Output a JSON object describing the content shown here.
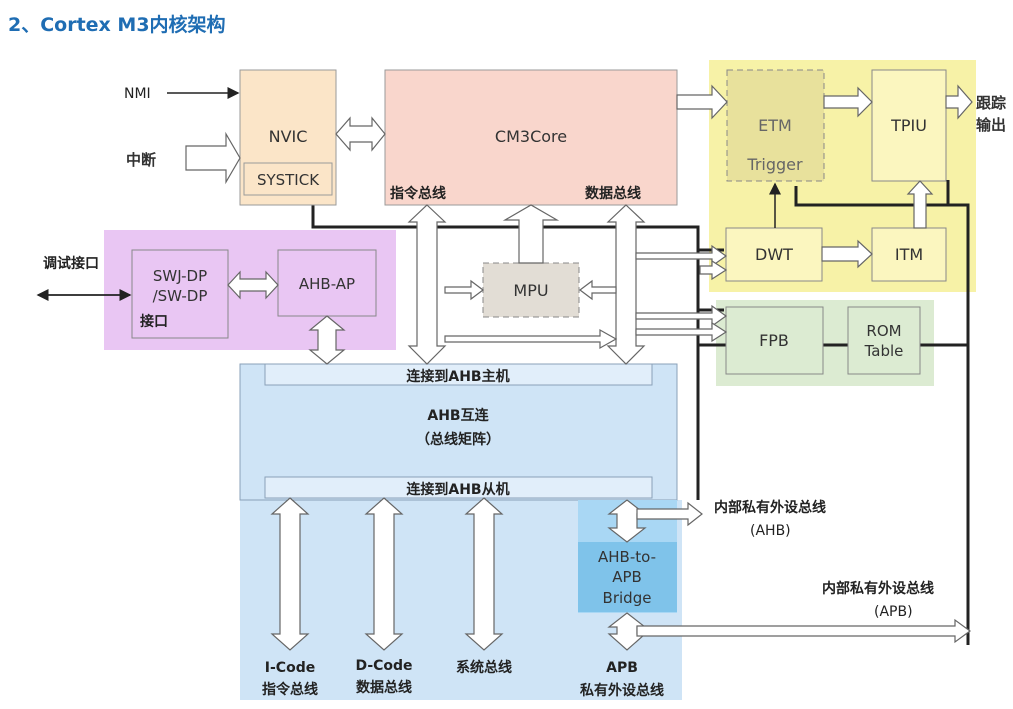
{
  "heading": "2、Cortex M3内核架构",
  "colors": {
    "heading": "#1f6db3",
    "core": "#f9d6cc",
    "nvic": "#fbe5c8",
    "debug_region": "#e9c6f3",
    "trace_region": "#f7f2a7",
    "fpb_region": "#dcebd2",
    "ahb_region": "#cfe4f6",
    "bridge": "#7fc3ea"
  },
  "labels": {
    "nmi": "NMI",
    "interrupt": "中断",
    "nvic": "NVIC",
    "systick": "SYSTICK",
    "core": "CM3Core",
    "instr_bus": "指令总线",
    "data_bus": "数据总线",
    "etm": "ETM",
    "trigger": "Trigger",
    "tpiu": "TPIU",
    "trace_out_1": "跟踪",
    "trace_out_2": "输出",
    "debug_port": "调试接口",
    "swj_1": "SWJ-DP",
    "swj_2": "/SW-DP",
    "swj_3": "接口",
    "ahb_ap": "AHB-AP",
    "mpu": "MPU",
    "dwt": "DWT",
    "itm": "ITM",
    "fpb": "FPB",
    "rom_1": "ROM",
    "rom_2": "Table",
    "ahb_master": "连接到AHB主机",
    "ahb_matrix_1": "AHB互连",
    "ahb_matrix_2": "（总线矩阵）",
    "ahb_slave": "连接到AHB从机",
    "ppb_ahb_1": "内部私有外设总线",
    "ppb_ahb_2": "(AHB)",
    "bridge_1": "AHB-to-",
    "bridge_2": "APB",
    "bridge_3": "Bridge",
    "ppb_apb_1": "内部私有外设总线",
    "ppb_apb_2": "(APB)",
    "icode_1": "I-Code",
    "icode_2": "指令总线",
    "dcode_1": "D-Code",
    "dcode_2": "数据总线",
    "system_bus": "系统总线",
    "apb_1": "APB",
    "apb_2": "私有外设总线"
  }
}
